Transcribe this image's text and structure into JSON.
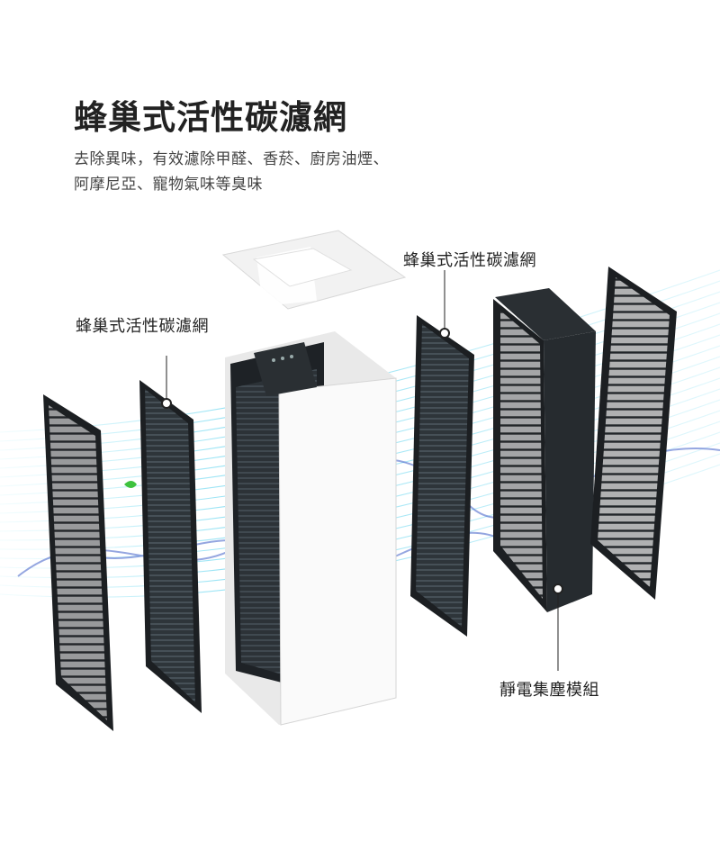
{
  "heading": {
    "title": "蜂巢式活性碳濾網",
    "line1": "去除異味，有效濾除甲醛、香菸、廚房油煙、",
    "line2": "阿摩尼亞、寵物氣味等臭味"
  },
  "callouts": {
    "left_filter": "蜂巢式活性碳濾網",
    "right_filter": "蜂巢式活性碳濾網",
    "electrostatic_module": "靜電集塵模組"
  },
  "colors": {
    "filter_frame": "#1c1f22",
    "filter_mesh": "#3a4248",
    "airflow": "#6ad8f0",
    "airflow_dark": "#3f5fc8",
    "leaf": "#3ec23e",
    "housing": "#f4f4f4"
  }
}
